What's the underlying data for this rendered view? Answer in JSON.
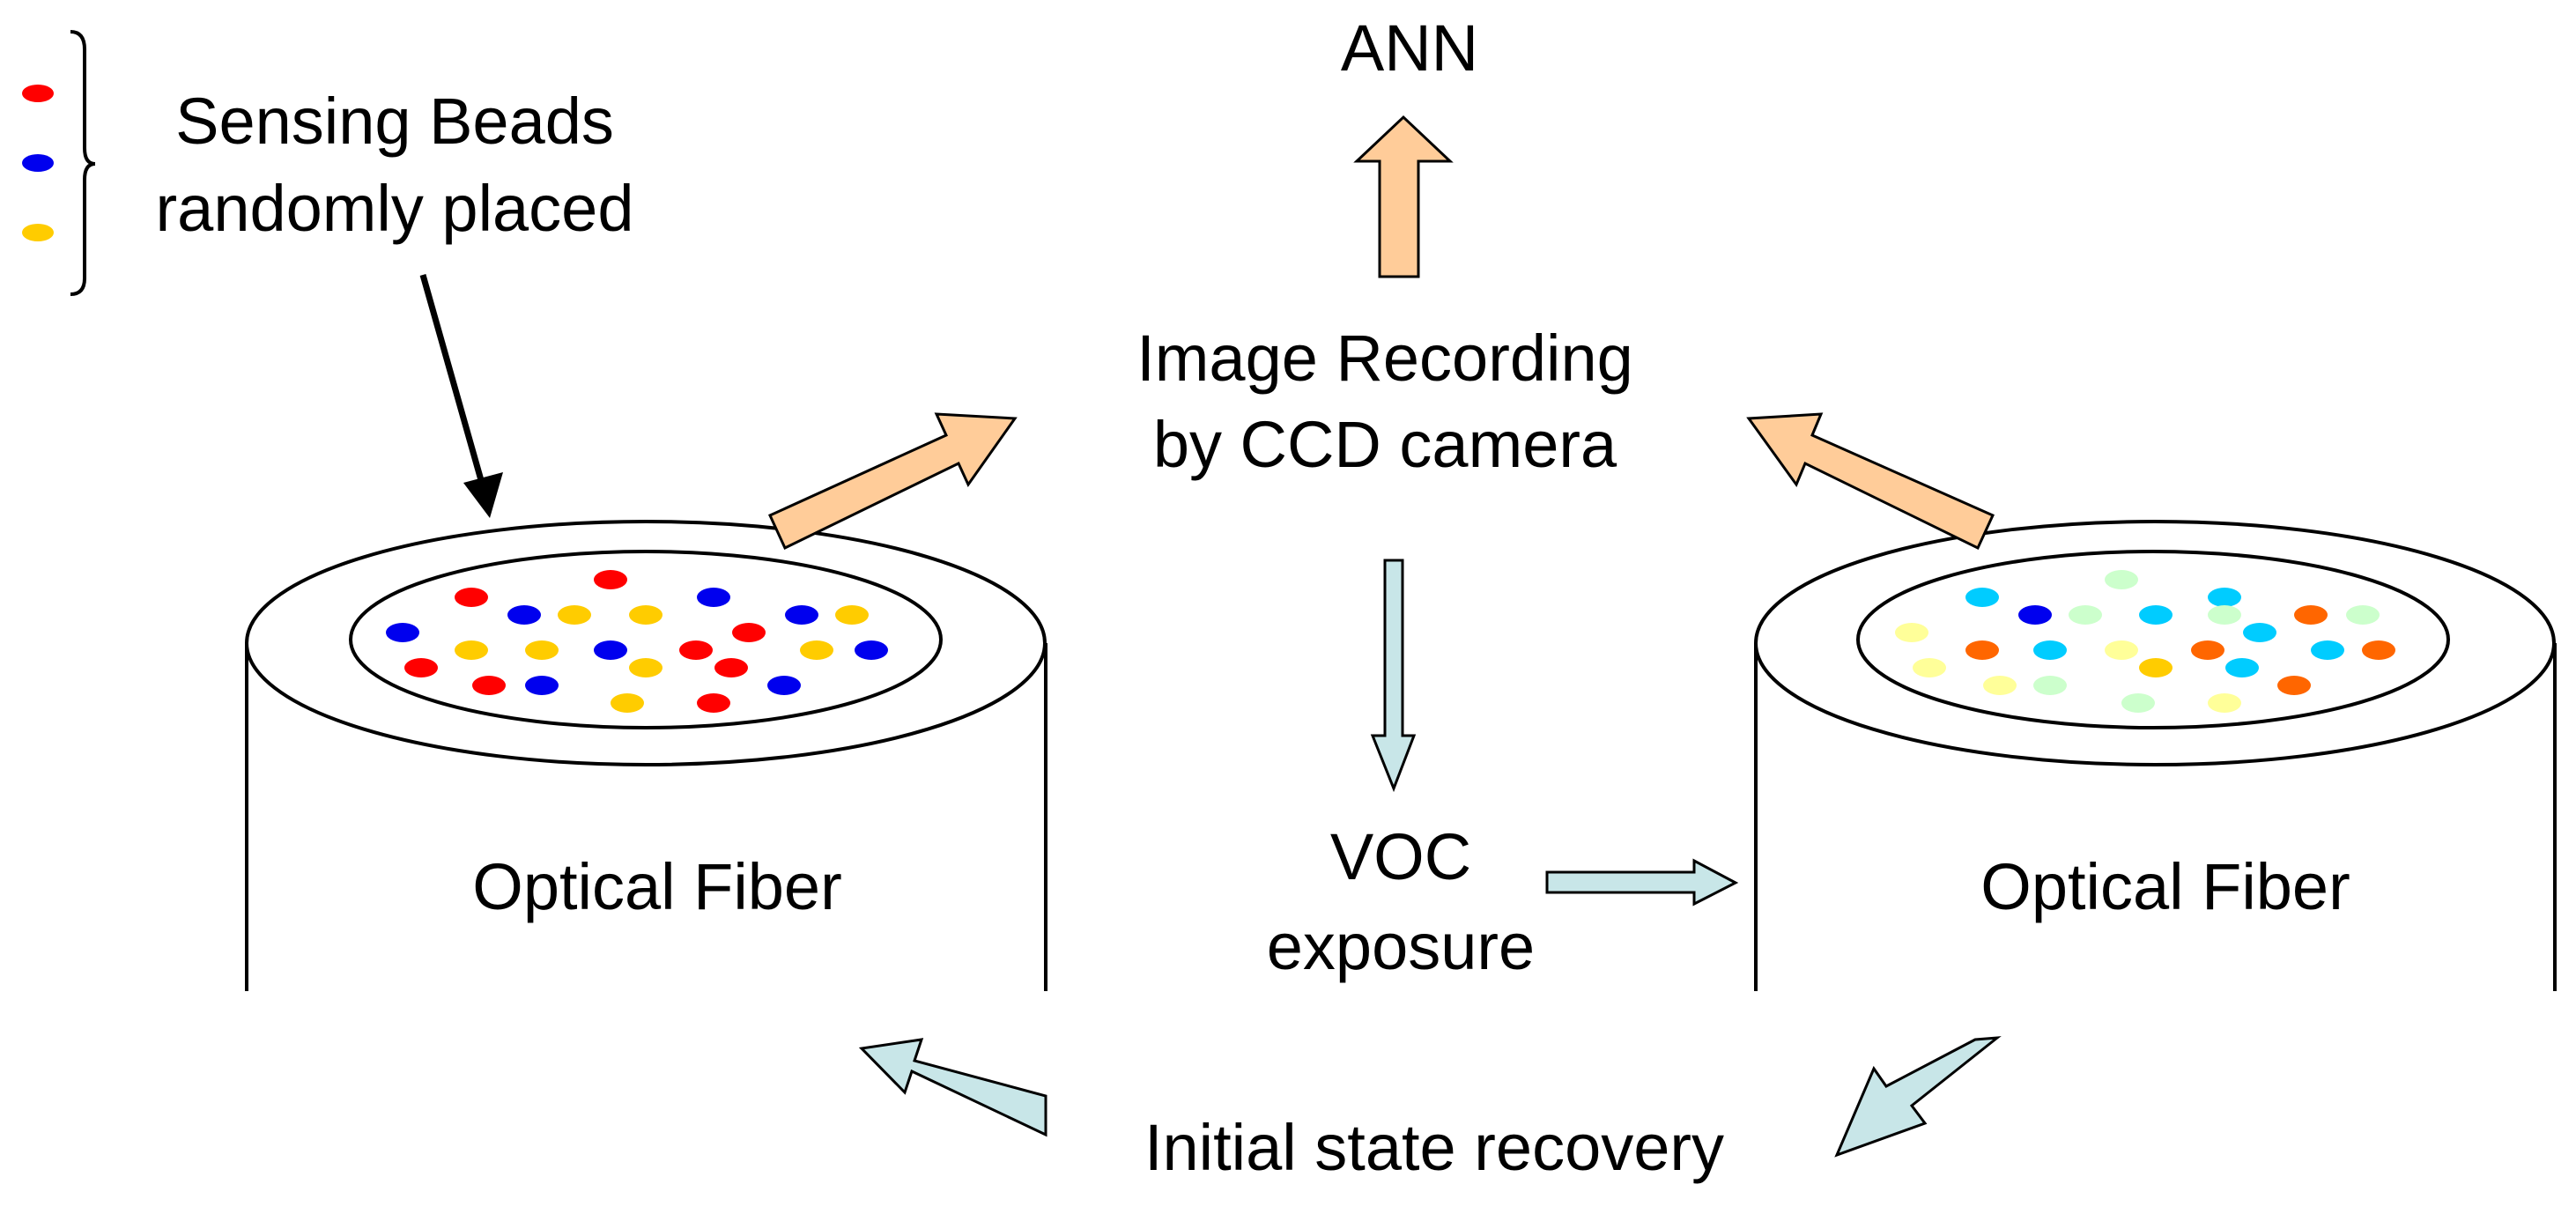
{
  "labels": {
    "legend_text_1": "Sensing Beads",
    "legend_text_2": "randomly placed",
    "ann": "ANN",
    "image_recording_1": "Image Recording",
    "image_recording_2": "by CCD camera",
    "left_fiber": "Optical Fiber",
    "right_fiber": "Optical Fiber",
    "voc_1": "VOC",
    "voc_2": "exposure",
    "recovery": "Initial state recovery"
  },
  "colors": {
    "bead_red": "#ff0000",
    "bead_blue": "#0000ee",
    "bead_yellow": "#ffcc00",
    "bead_cyan": "#00ccff",
    "bead_orange": "#ff6600",
    "bead_pale_yellow": "#ffff99",
    "bead_pale_green": "#ccffcc",
    "arrow_orange_fill": "#ffcc99",
    "arrow_teal_fill": "#c8e6e8",
    "stroke": "#000000"
  },
  "legend": {
    "bead_colors": [
      "red",
      "blue",
      "yellow"
    ]
  },
  "left_fiber": {
    "state": "initial",
    "bead_colors": [
      "red",
      "blue",
      "yellow"
    ]
  },
  "right_fiber": {
    "state": "after VOC exposure",
    "bead_colors": [
      "cyan",
      "orange",
      "pale yellow",
      "pale green",
      "blue"
    ]
  }
}
